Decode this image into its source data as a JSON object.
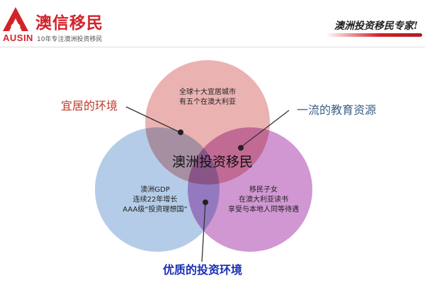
{
  "brand": {
    "name": "澳信移民",
    "english": "AUSIN",
    "tagline": "10年专注澳洲投资移民",
    "slogan": "澳洲投资移民专家!",
    "color": "#d3232a"
  },
  "diagram": {
    "center_title": "澳洲投资移民",
    "outer_labels": {
      "left": "宜居的环境",
      "right": "一流的教育资源",
      "bottom": "优质的投资环境"
    },
    "circles": {
      "top": {
        "color": "#e7a4a4",
        "lines": [
          "全球十大宜居城市",
          "有五个在澳大利亚"
        ]
      },
      "left": {
        "color": "#a8c3e4",
        "lines": [
          "澳洲GDP",
          "连续22年增长",
          "AAA级“投资理想国”"
        ]
      },
      "right": {
        "color": "#c985cb",
        "lines": [
          "移民子女",
          "在澳大利亚读书",
          "享受与本地人同等待遇"
        ]
      }
    },
    "label_colors": {
      "left": "#c0392b",
      "right": "#3a5f87",
      "bottom": "#1a2fb8"
    }
  }
}
